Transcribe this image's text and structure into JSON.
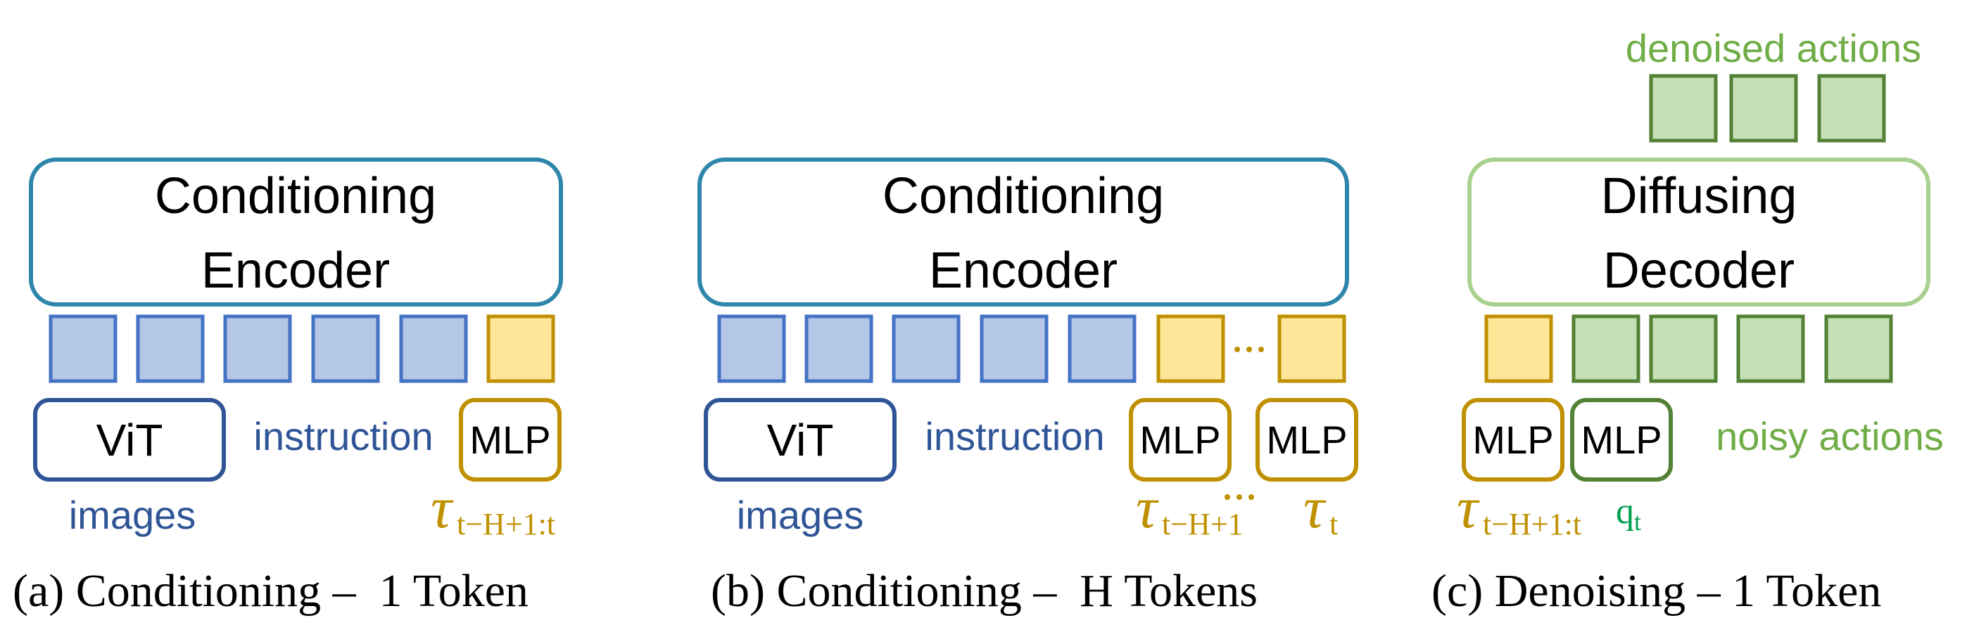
{
  "colors": {
    "encoder_border": "#2E86AB",
    "token_blue_fill": "#B4C7E7",
    "token_blue_stroke": "#4472C4",
    "token_yellow_fill": "#FFE699",
    "gold": "#BF9000",
    "dark_blue": "#2F5597",
    "green_border": "#538135",
    "green_fill": "#C5E0B4",
    "green_text": "#70AD47",
    "decoder_border": "#A9D18E",
    "qt_green": "#00A050"
  },
  "panel_a": {
    "encoder_line1": "Conditioning",
    "encoder_line2": "Encoder",
    "vit_label": "ViT",
    "images_label": "images",
    "instruction_label": "instruction",
    "mlp_label": "MLP",
    "tau_symbol": "τ",
    "tau_subscript": "t−H+1:t",
    "caption": "(a) Conditioning –  1 Token"
  },
  "panel_b": {
    "encoder_line1": "Conditioning",
    "encoder_line2": "Encoder",
    "vit_label": "ViT",
    "images_label": "images",
    "instruction_label": "instruction",
    "mlp1_label": "MLP",
    "mlp2_label": "MLP",
    "tau1_symbol": "τ",
    "tau1_subscript": "t−H+1",
    "tau2_symbol": "τ",
    "tau2_subscript": "t",
    "caption": "(b) Conditioning –  H Tokens"
  },
  "panel_c": {
    "denoised_label": "denoised actions",
    "decoder_line1": "Diffusing",
    "decoder_line2": "Decoder",
    "mlp1_label": "MLP",
    "mlp2_label": "MLP",
    "noisy_label": "noisy actions",
    "tau_symbol": "τ",
    "tau_subscript": "t−H+1:t",
    "q_symbol": "q",
    "q_subscript": "t",
    "caption": "(c) Denoising – 1 Token"
  }
}
